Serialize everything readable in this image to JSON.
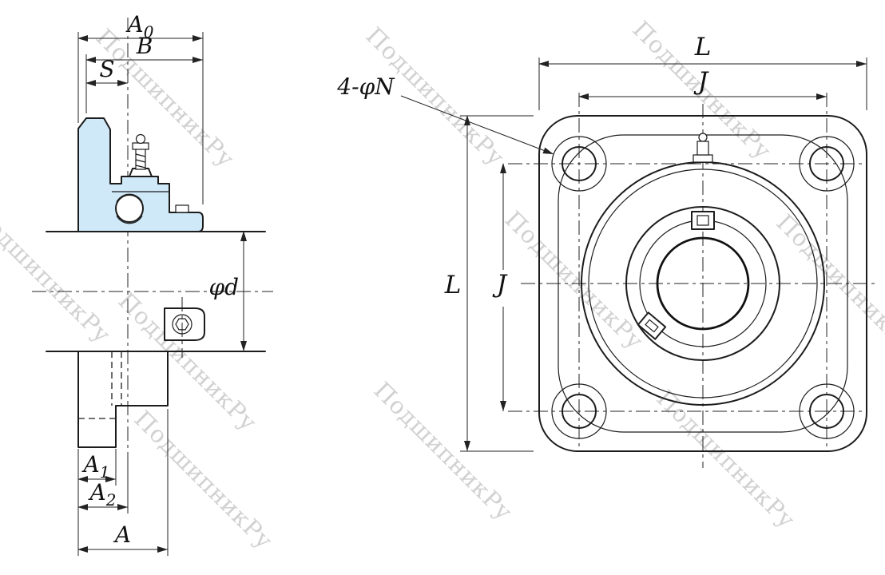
{
  "watermark": {
    "text": "ПодшипникРу"
  },
  "colors": {
    "line": "#1c1c1c",
    "section_fill": "#cfe9f8",
    "watermark": "#c6c6c6"
  },
  "left_view": {
    "dims": {
      "a0_base": "A",
      "a0_sub": "0",
      "b": "B",
      "s": "S",
      "phi_d": "φd",
      "a1_base": "A",
      "a1_sub": "1",
      "a2_base": "A",
      "a2_sub": "2",
      "a": "A"
    }
  },
  "right_view": {
    "dims": {
      "l_top": "L",
      "j_top": "J",
      "l_side": "L",
      "j_side": "J",
      "holes": "4-φN"
    }
  }
}
